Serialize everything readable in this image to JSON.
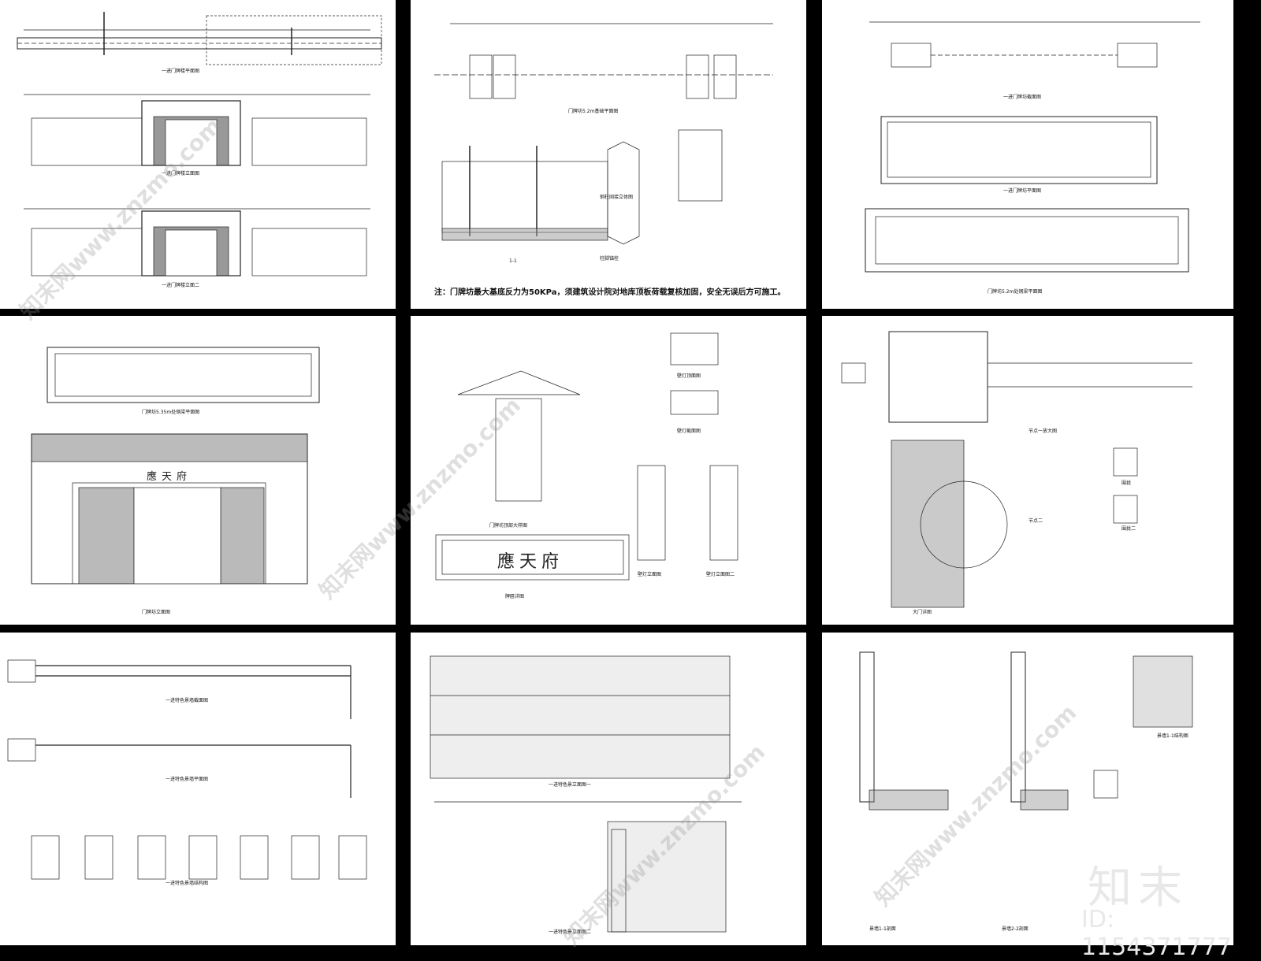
{
  "sheets": [
    {
      "id": "s1",
      "captions": [
        "一进门牌楼平面图",
        "一进门牌楼立面图",
        "一进门牌楼立面二"
      ]
    },
    {
      "id": "s2",
      "captions": [
        "门牌坊5.2m基础平面图",
        "钢柱固接立体图",
        "1-1",
        "柱脚锚栓"
      ],
      "note": "注：门牌坊最大基底反力为50KPa，须建筑设计院对地库顶板荷载复核加固，安全无误后方可施工。"
    },
    {
      "id": "s3",
      "captions": [
        "一进门牌坊截面图",
        "一进门牌坊平面图",
        "门牌坊5.2m处钢梁平面图"
      ]
    },
    {
      "id": "s4",
      "captions": [
        "门牌坊5.35m处钢梁平面图",
        "门牌坊立面图"
      ],
      "plaque": "應天府"
    },
    {
      "id": "s5",
      "captions": [
        "门牌坊顶部大样图",
        "牌匾详图",
        "壁灯顶面图",
        "壁灯截面图",
        "壁灯立面图",
        "壁灯立面图二"
      ],
      "plaque": "應天府"
    },
    {
      "id": "s6",
      "captions": [
        "节点一放大图",
        "大门详图",
        "节点二",
        "围拢",
        "围拢二"
      ]
    },
    {
      "id": "s7",
      "captions": [
        "一进特色景墙截面图",
        "一进特色景墙平面图",
        "一进特色景墙结构图"
      ]
    },
    {
      "id": "s8",
      "captions": [
        "一进特色景立面图一",
        "一进特色景立面图二"
      ]
    },
    {
      "id": "s9",
      "captions": [
        "景墙1-1剖面",
        "景墙2-2剖面",
        "景墙1-1结构图"
      ]
    }
  ],
  "watermark": "知末网www.znzmo.com",
  "logo": "知末",
  "id_label": "ID: 1154371777"
}
